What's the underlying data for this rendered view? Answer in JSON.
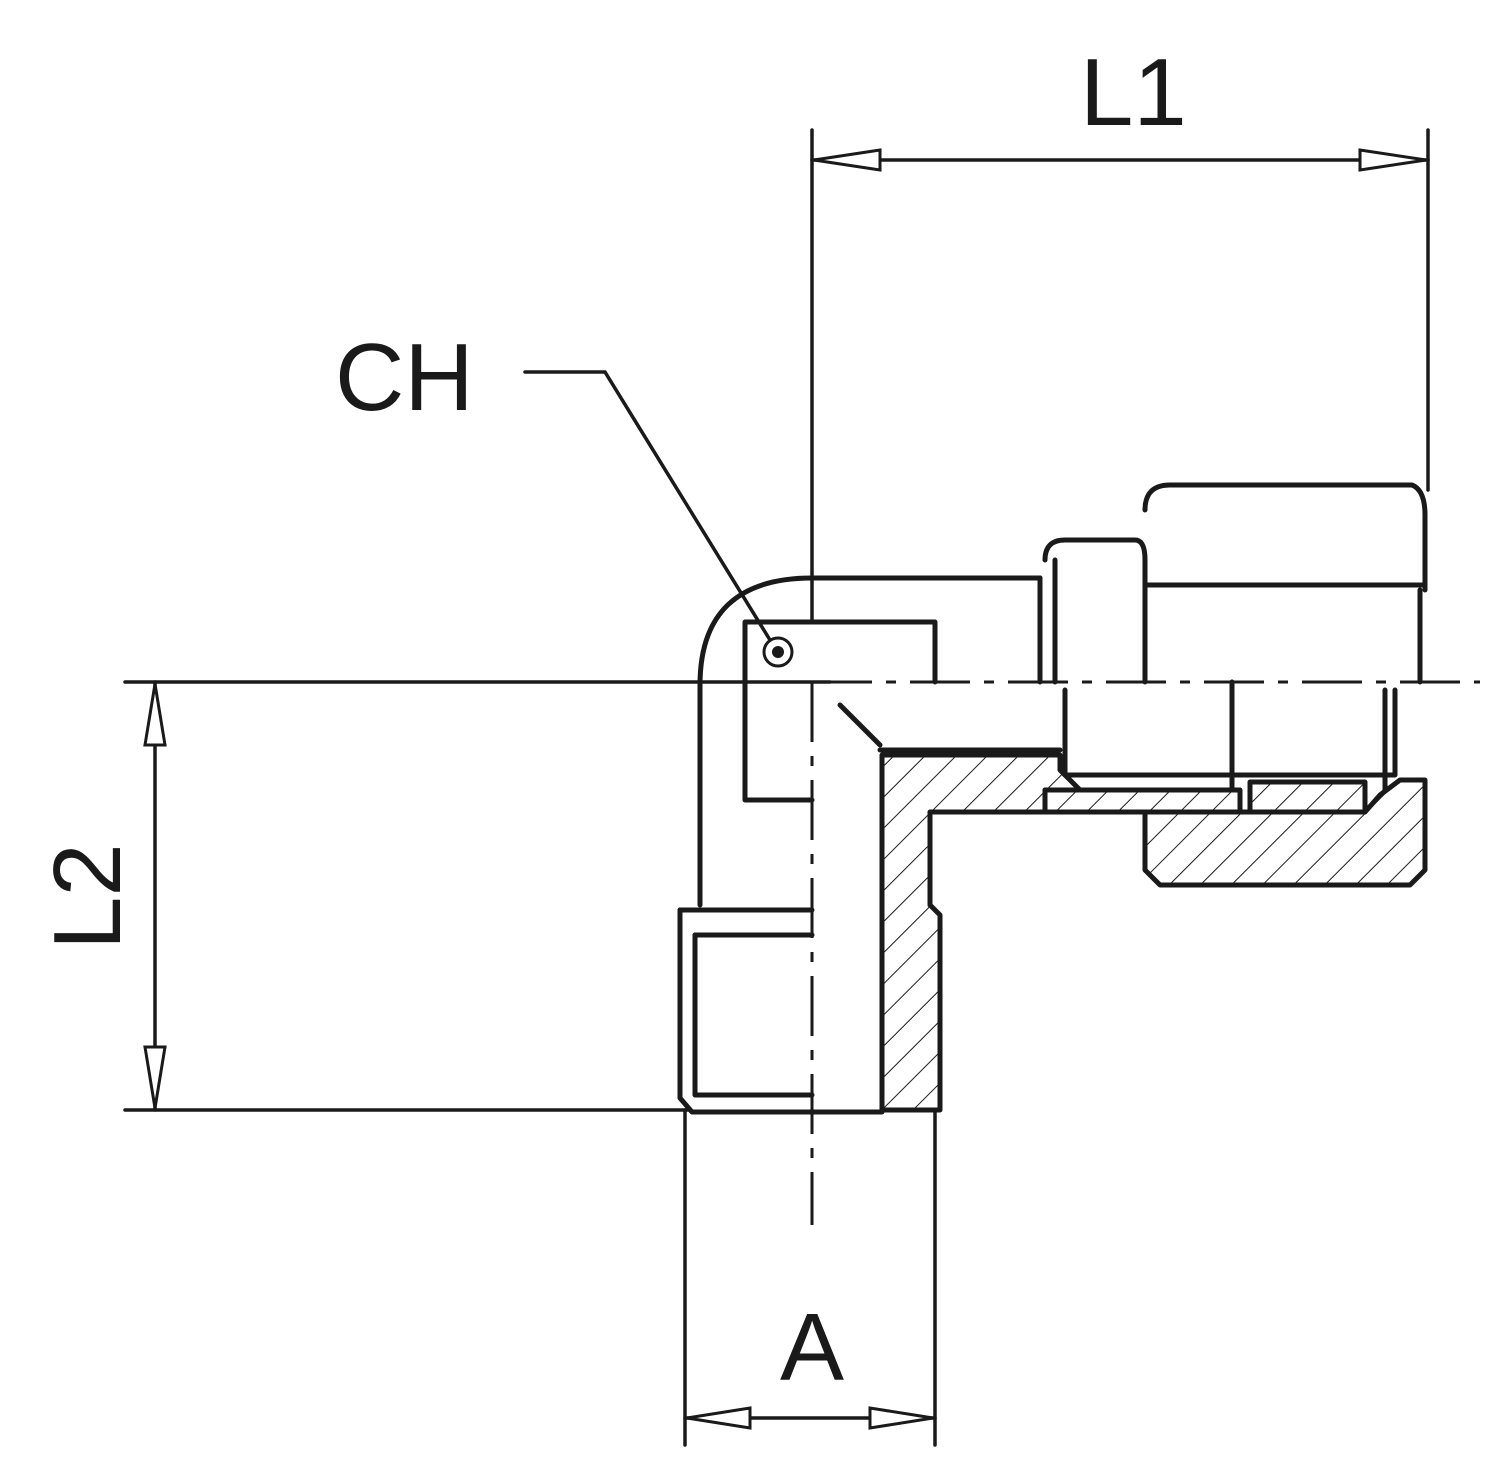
{
  "labels": {
    "l1": "L1",
    "l2": "L2",
    "ch": "CH",
    "a": "A"
  },
  "colors": {
    "line": "#1a1a1a",
    "background": "#ffffff"
  }
}
